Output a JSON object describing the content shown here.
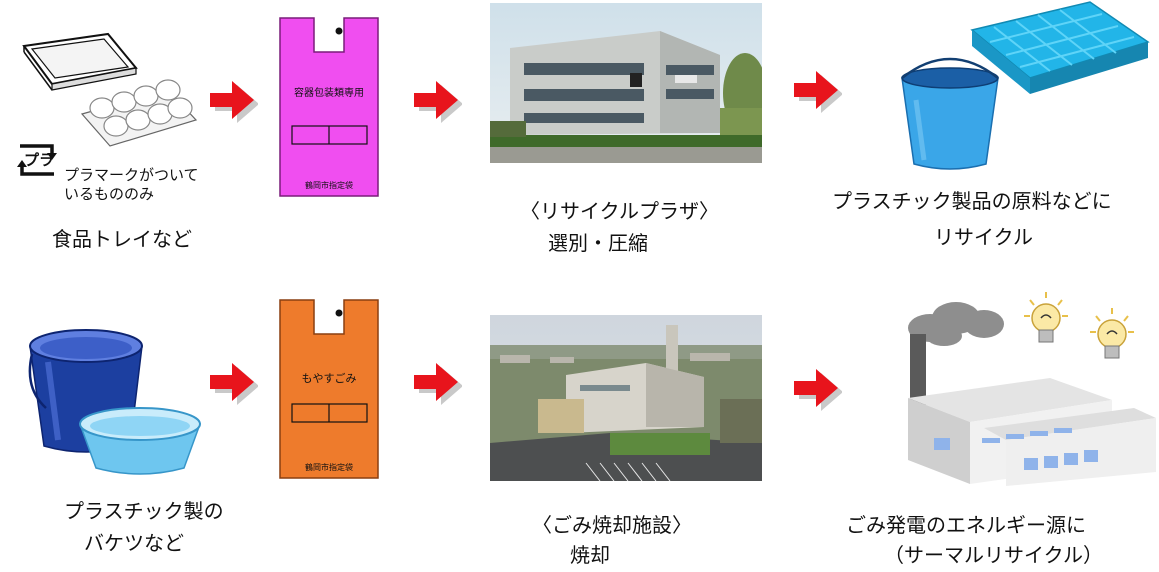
{
  "rows": [
    {
      "item_caption": "食品トレイなど",
      "item_note_line1": "プラマークがついて",
      "item_note_line2": "いるもののみ",
      "bag_top_label": "容器包装類専用",
      "bag_bottom_label": "鶴岡市指定袋",
      "bag_color": "#f04ef0",
      "facility_caption_line1": "〈リサイクルプラザ〉",
      "facility_caption_line2": "選別・圧縮",
      "result_caption_line1": "プラスチック製品の原料などに",
      "result_caption_line2": "リサイクル"
    },
    {
      "item_caption_line1": "プラスチック製の",
      "item_caption_line2": "バケツなど",
      "bag_top_label": "もやすごみ",
      "bag_bottom_label": "鶴岡市指定袋",
      "bag_color": "#ee7b2c",
      "facility_caption_line1": "〈ごみ焼却施設〉",
      "facility_caption_line2": "焼却",
      "result_caption_line1": "ごみ発電のエネルギー源に",
      "result_caption_line2": "（サーマルリサイクル）"
    }
  ],
  "pla_mark_text": "プラ",
  "colors": {
    "arrow": "#e8141c",
    "arrow_shadow": "#c9c9c9"
  }
}
